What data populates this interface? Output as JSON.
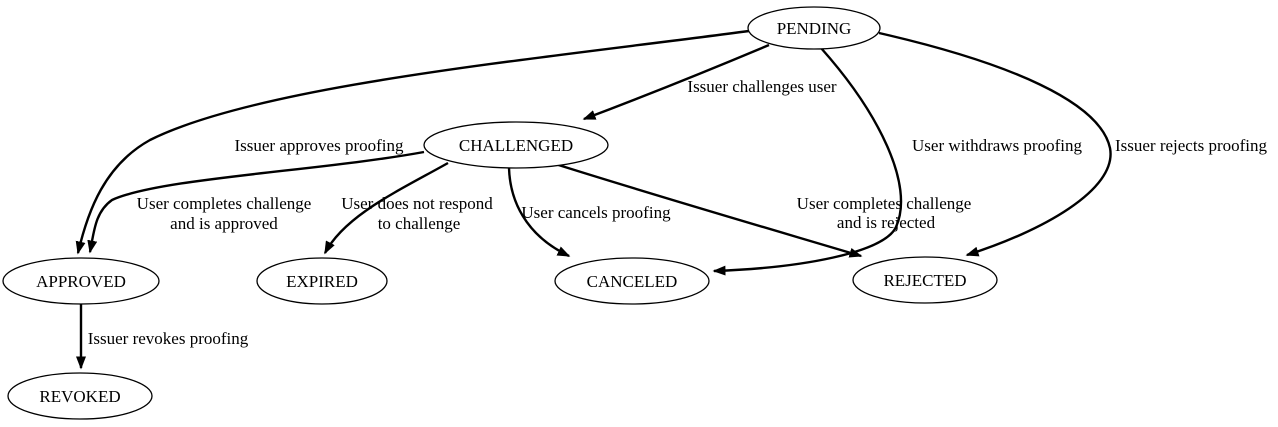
{
  "diagram": {
    "colors": {
      "background": "#ffffff",
      "node_fill": "#ffffff",
      "stroke": "#000000",
      "text": "#000000"
    },
    "nodes": {
      "pending": {
        "label": "PENDING"
      },
      "challenged": {
        "label": "CHALLENGED"
      },
      "approved": {
        "label": "APPROVED"
      },
      "expired": {
        "label": "EXPIRED"
      },
      "canceled": {
        "label": "CANCELED"
      },
      "rejected": {
        "label": "REJECTED"
      },
      "revoked": {
        "label": "REVOKED"
      }
    },
    "edges": {
      "pending_challenged": {
        "from": "PENDING",
        "to": "CHALLENGED",
        "lines": [
          "Issuer challenges user"
        ]
      },
      "pending_approved": {
        "from": "PENDING",
        "to": "APPROVED",
        "lines": [
          "Issuer approves proofing"
        ]
      },
      "pending_canceled": {
        "from": "PENDING",
        "to": "CANCELED",
        "lines": [
          "User withdraws proofing"
        ]
      },
      "pending_rejected": {
        "from": "PENDING",
        "to": "REJECTED",
        "lines": [
          "Issuer rejects proofing"
        ]
      },
      "challenged_approved": {
        "from": "CHALLENGED",
        "to": "APPROVED",
        "lines": [
          "User completes challenge",
          "and is approved"
        ]
      },
      "challenged_expired": {
        "from": "CHALLENGED",
        "to": "EXPIRED",
        "lines": [
          "User does not respond",
          "to challenge"
        ]
      },
      "challenged_canceled": {
        "from": "CHALLENGED",
        "to": "CANCELED",
        "lines": [
          "User cancels proofing"
        ]
      },
      "challenged_rejected": {
        "from": "CHALLENGED",
        "to": "REJECTED",
        "lines": [
          "User completes challenge",
          "and is rejected"
        ]
      },
      "approved_revoked": {
        "from": "APPROVED",
        "to": "REVOKED",
        "lines": [
          "Issuer revokes proofing"
        ]
      }
    }
  }
}
